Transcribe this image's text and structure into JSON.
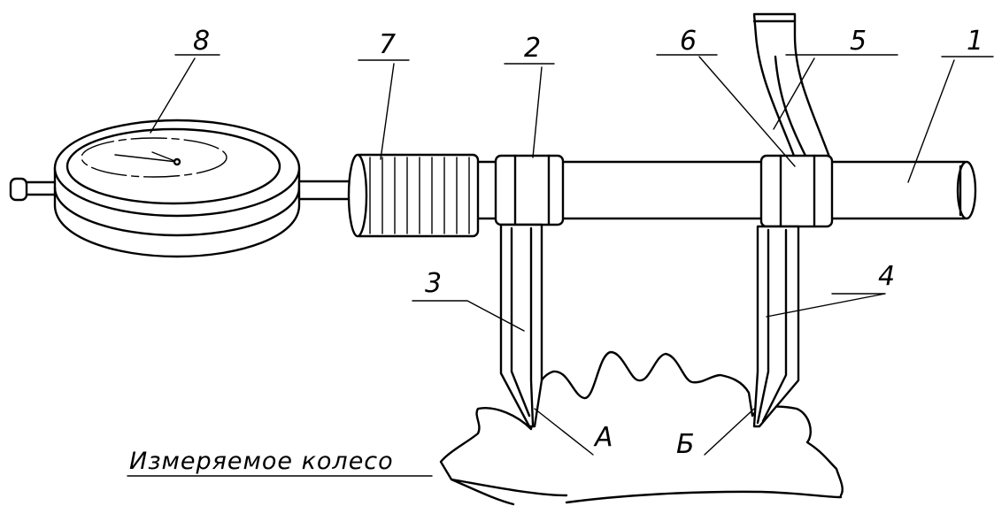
{
  "labels": {
    "l1": "1",
    "l2": "2",
    "l3": "3",
    "l4": "4",
    "l5": "5",
    "l6": "6",
    "l7": "7",
    "l8": "8",
    "pointA": "А",
    "pointB": "Б"
  },
  "caption": "Измеряемое колесо"
}
